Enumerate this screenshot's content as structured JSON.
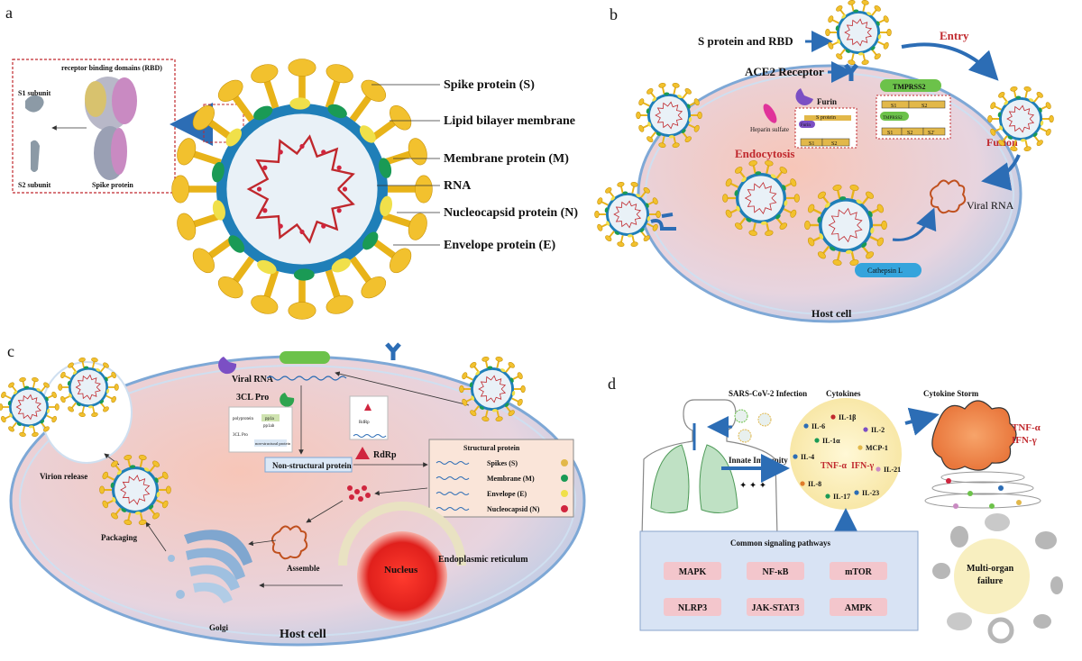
{
  "panel_a": {
    "letter": "a",
    "inset_title": "receptor binding domains (RBD)",
    "s1_label": "S1 subunit",
    "s2_label": "S2 subunit",
    "spike_label": "Spike protein",
    "labels": [
      "Spike protein (S)",
      "Lipid bilayer membrane",
      "Membrane protein (M)",
      "RNA",
      "Nucleocapsid protein (N)",
      "Envelope protein (E)"
    ]
  },
  "panel_b": {
    "letter": "b",
    "s_rbd": "S protein and RBD",
    "ace2": "ACE2 Receptor",
    "entry": "Entry",
    "tmprss2": "TMPRSS2",
    "furin": "Furin",
    "heparin": "Heparin sulfate",
    "s_protein": "S protein",
    "furin_small": "Furin",
    "s1": "S1",
    "s2": "S2",
    "s2p": "S2'",
    "endocytosis": "Endocytosis",
    "fusion": "Fusion",
    "viral_rna": "Viral RNA",
    "cathepsin": "Cathepsin L",
    "host_cell": "Host cell"
  },
  "panel_c": {
    "letter": "c",
    "viral_rna": "Viral RNA",
    "pro3cl": "3CL Pro",
    "polyprotein": "polyprotein",
    "pp1a": "pp1a",
    "pp1ab": "pp1ab",
    "pro3cl_small": "3CL Pro",
    "nonstruct_small": "non-structural protein",
    "rdrp_small": "RdRp",
    "rdrp": "RdRp",
    "nonstruct": "Non-structural protein",
    "structural_title": "Structural protein",
    "structural": [
      "Spikes (S)",
      "Membrane (M)",
      "Envelope  (E)",
      "Nucleocapsid (N)"
    ],
    "virion_release": "Virion release",
    "packaging": "Packaging",
    "assemble": "Assemble",
    "golgi": "Golgi",
    "nucleus": "Nucleus",
    "er": "Endoplasmic reticulum",
    "host_cell": "Host cell"
  },
  "panel_d": {
    "letter": "d",
    "infection": "SARS-CoV-2 Infection",
    "cytokines": "Cytokines",
    "storm": "Cytokine Storm",
    "tnf": "TNF-α",
    "ifn": "IFN-γ",
    "innate": "Innate Immunity",
    "cytokine_list": [
      "IL-6",
      "IL-1β",
      "IL-1α",
      "IL-2",
      "MCP-1",
      "IL-4",
      "IL-21",
      "IL-8",
      "IL-17",
      "IL-23"
    ],
    "center_tnf": "TNF-α",
    "center_ifn": "IFN-γ",
    "pathways_title": "Common signaling pathways",
    "pathways": [
      "MAPK",
      "NF-κB",
      "mTOR",
      "NLRP3",
      "JAK-STAT3",
      "AMPK"
    ],
    "multi_organ_1": "Multi-organ",
    "multi_organ_2": "failure"
  }
}
